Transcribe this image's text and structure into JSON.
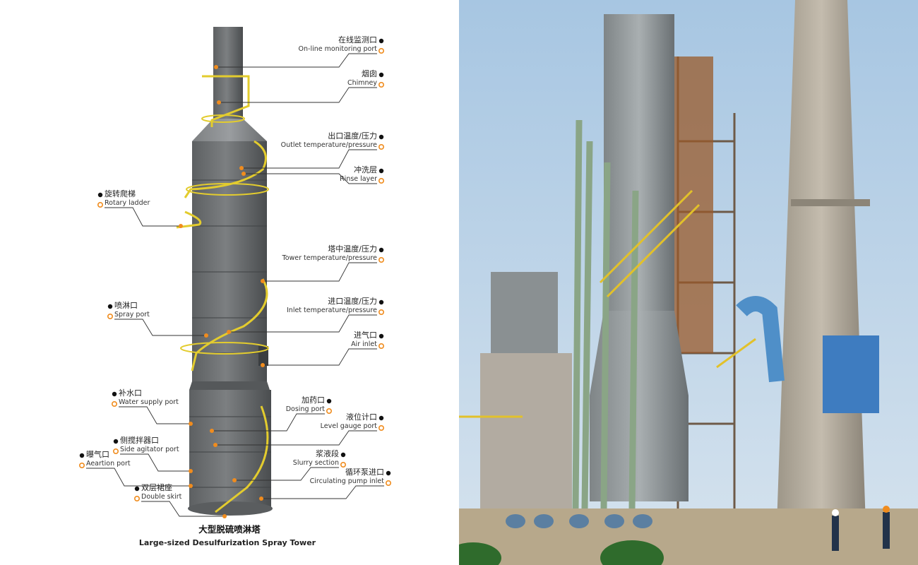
{
  "diagram": {
    "caption_cn": "大型脱硫喷淋塔",
    "caption_en": "Large-sized Desulfurization Spray Tower",
    "labels": [
      {
        "id": "online-monitoring-port",
        "cn": "在线监测口",
        "en": "On-line monitoring port"
      },
      {
        "id": "chimney",
        "cn": "烟囱",
        "en": "Chimney"
      },
      {
        "id": "outlet-temp-pressure",
        "cn": "出口温度/压力",
        "en": "Outlet temperature/pressure"
      },
      {
        "id": "rinse-layer",
        "cn": "冲洗层",
        "en": "Rinse layer"
      },
      {
        "id": "rotary-ladder",
        "cn": "旋转爬梯",
        "en": "Rotary ladder"
      },
      {
        "id": "tower-temp-pressure",
        "cn": "塔中温度/压力",
        "en": "Tower temperature/pressure"
      },
      {
        "id": "spray-port",
        "cn": "喷淋口",
        "en": "Spray port"
      },
      {
        "id": "inlet-temp-pressure",
        "cn": "进口温度/压力",
        "en": "Inlet temperature/pressure"
      },
      {
        "id": "air-inlet",
        "cn": "进气口",
        "en": "Air inlet"
      },
      {
        "id": "water-supply-port",
        "cn": "补水口",
        "en": "Water supply port"
      },
      {
        "id": "dosing-port",
        "cn": "加药口",
        "en": "Dosing port"
      },
      {
        "id": "level-gauge-port",
        "cn": "液位计口",
        "en": "Level gauge port"
      },
      {
        "id": "side-agitator-port",
        "cn": "侧搅拌器口",
        "en": "Side agitator port"
      },
      {
        "id": "slurry-section",
        "cn": "浆液段",
        "en": "Slurry section"
      },
      {
        "id": "aeration-port",
        "cn": "曝气口",
        "en": "Aeartion port"
      },
      {
        "id": "circulating-pump-inlet",
        "cn": "循环泵进口",
        "en": "Circulating pump inlet"
      },
      {
        "id": "double-skirt",
        "cn": "双层裙座",
        "en": "Double skirt"
      }
    ]
  },
  "colors": {
    "tower": "#6b6e70",
    "tower_dark": "#4c4f51",
    "ladder": "#e8d33a",
    "marker_black": "#111111",
    "marker_orange": "#f08c1e",
    "leader": "#333333"
  }
}
